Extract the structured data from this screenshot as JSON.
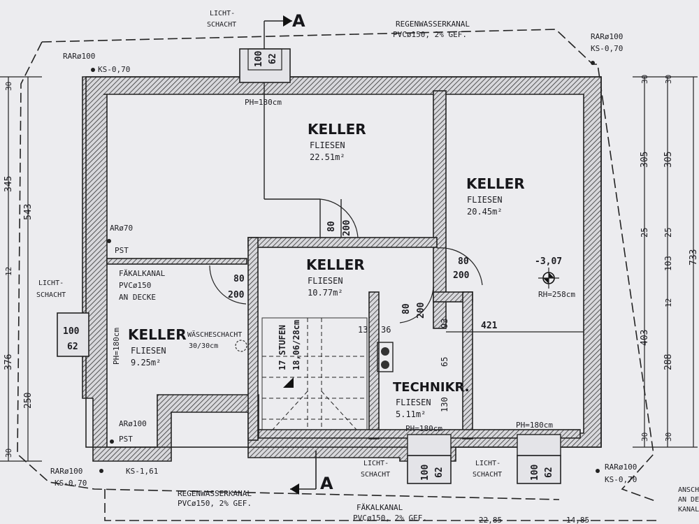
{
  "rooms": {
    "keller1": {
      "name": "KELLER",
      "floor": "FLIESEN",
      "area": "22.51m²"
    },
    "keller2": {
      "name": "KELLER",
      "floor": "FLIESEN",
      "area": "20.45m²"
    },
    "keller3": {
      "name": "KELLER",
      "floor": "FLIESEN",
      "area": "10.77m²"
    },
    "keller4": {
      "name": "KELLER",
      "floor": "FLIESEN",
      "area": "9.25m²"
    },
    "technik": {
      "name": "TECHNIKR.",
      "floor": "FLIESEN",
      "area": "5.11m²"
    }
  },
  "section_marker": "A",
  "drains": {
    "rain_top": {
      "line1": "REGENWASSERKANAL",
      "line2": "PVCø150, 2% GEF."
    },
    "rain_bottom": {
      "line1": "REGENWASSERKANAL",
      "line2": "PVCø150, 2% GEF."
    },
    "sewage_bottom": {
      "line1": "FÄKALKANAL",
      "line2": "PVCø150, 2% GEF."
    },
    "sewage_inner": {
      "line1": "FÄKALKANAL",
      "line2": "PVCø150",
      "line3": "AN DECKE"
    },
    "right_edge": {
      "line1": "ANSCH",
      "line2": "AN DE",
      "line3": "KANAL"
    }
  },
  "rar": {
    "tl": {
      "l1": "RARø100",
      "l2": "KS-0,70"
    },
    "tr": {
      "l1": "RARø100",
      "l2": "KS-0,70"
    },
    "bl": {
      "l1": "RARø100",
      "l2": "KS-0,70"
    },
    "br": {
      "l1": "RARø100",
      "l2": "KS-0,70"
    },
    "ar70": "ARø70",
    "ar100": "ARø100",
    "pst1": "PST",
    "pst2": "PST",
    "ks161": "KS-1,61"
  },
  "lightwells": {
    "label1": "LICHT-",
    "label2": "SCHACHT",
    "top": {
      "a": "100",
      "b": "62",
      "ph": "PH=180cm"
    },
    "left": {
      "a": "100",
      "b": "62",
      "ph": "PH=180cm"
    },
    "bottom1": {
      "a": "100",
      "b": "62",
      "ph": "PH=180cm"
    },
    "bottom2": {
      "a": "100",
      "b": "62",
      "ph": "PH=180cm"
    }
  },
  "doors": {
    "d1": {
      "w": "80",
      "h": "200"
    },
    "d2": {
      "w": "80",
      "h": "200"
    },
    "d3": {
      "w": "80",
      "h": "200"
    },
    "d4": {
      "w": "80",
      "h": "200"
    }
  },
  "stairs": {
    "l1": "17 STUFEN",
    "l2": "18,06/28cm"
  },
  "laundry": {
    "l1": "WÄSCHESCHACHT",
    "l2": "30/30cm"
  },
  "level": {
    "value": "-3,07",
    "rh": "RH=258cm"
  },
  "dims": {
    "left": {
      "d30a": "30",
      "d345": "345",
      "d543": "543",
      "d12": "12",
      "d376": "376",
      "d250": "250",
      "d30b": "30"
    },
    "right1": {
      "d30a": "30",
      "d305": "305",
      "d25": "25",
      "d403": "403",
      "d30b": "30"
    },
    "right2": {
      "d30a": "30",
      "d305": "305",
      "d25": "25",
      "d103": "103",
      "d12": "12",
      "d288": "288",
      "d30b": "30"
    },
    "right3": {
      "d733": "733"
    },
    "inner": {
      "d421": "421",
      "d13": "13",
      "d36": "36",
      "d93": "93",
      "d65": "65",
      "d130": "130"
    },
    "bottom": {
      "b1": "22,85",
      "b2": "14,85"
    }
  }
}
